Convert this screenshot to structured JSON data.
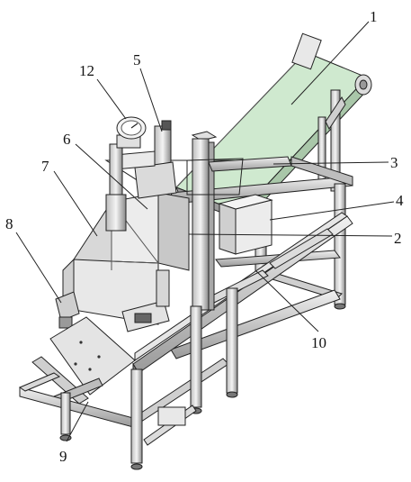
{
  "figure": {
    "labels": {
      "l1": "1",
      "l2": "2",
      "l3": "3",
      "l4": "4",
      "l5": "5",
      "l6": "6",
      "l7": "7",
      "l8": "8",
      "l9": "9",
      "l10": "10",
      "l12": "12"
    },
    "colors": {
      "belt": "#cfe9cf",
      "frame": "#8f8f8f",
      "frame_light": "#d6d6d6",
      "panel": "#e4e4e4",
      "line": "#222222"
    }
  }
}
